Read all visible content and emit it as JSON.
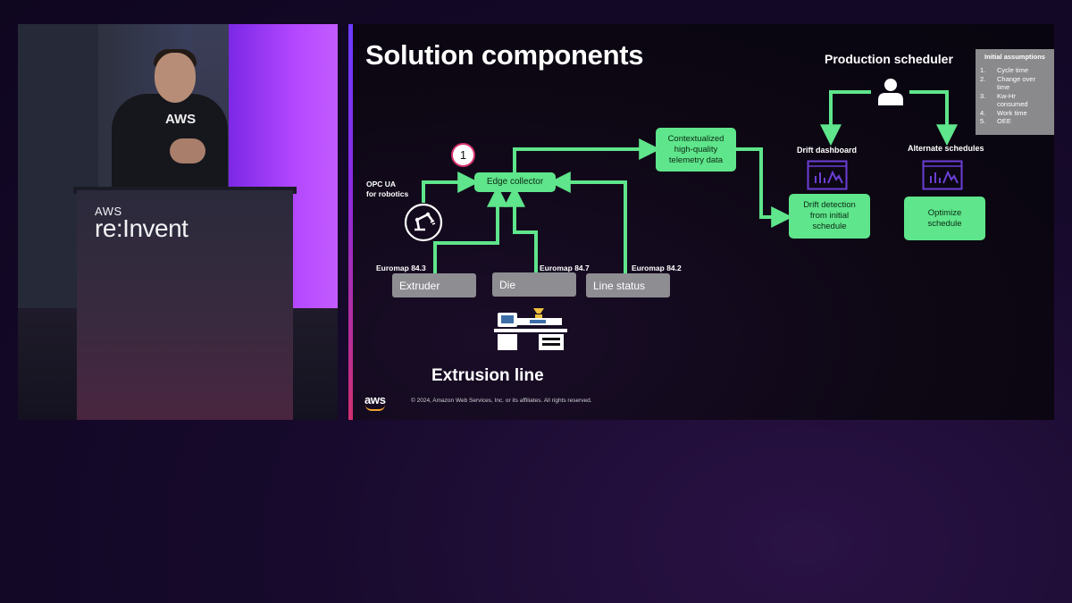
{
  "video": {
    "brand_top": "AWS",
    "brand_main": "re:Invent",
    "shirt_logo": "AWS"
  },
  "slide": {
    "title": "Solution components",
    "production_scheduler": "Production scheduler",
    "step_number": "1",
    "opc_label_1": "OPC UA",
    "opc_label_2": "for robotics",
    "edge_collector": "Edge collector",
    "contextualized_1": "Contextualized",
    "contextualized_2": "high-quality",
    "contextualized_3": "telemetry data",
    "drift_dashboard": "Drift dashboard",
    "alternate_schedules": "Alternate schedules",
    "drift_detection_1": "Drift detection",
    "drift_detection_2": "from initial",
    "drift_detection_3": "schedule",
    "optimize_1": "Optimize",
    "optimize_2": "schedule",
    "euromap_extruder": "Euromap 84.3",
    "euromap_die": "Euromap 84.7",
    "euromap_line": "Euromap 84.2",
    "extruder": "Extruder",
    "die": "Die",
    "line_status": "Line status",
    "extrusion_line": "Extrusion line",
    "aws_logo": "aws",
    "copyright": "© 2024, Amazon Web Services, Inc. or its affiliates. All rights reserved.",
    "assumptions": {
      "title": "Initial assumptions",
      "items": [
        {
          "num": "1.",
          "text_1": "Cycle time",
          "text_2": ""
        },
        {
          "num": "2.",
          "text_1": "Change over",
          "text_2": "time"
        },
        {
          "num": "3.",
          "text_1": "Kw-Hr",
          "text_2": "consumed"
        },
        {
          "num": "4.",
          "text_1": "Work time",
          "text_2": ""
        },
        {
          "num": "5.",
          "text_1": "OEE",
          "text_2": ""
        }
      ]
    }
  },
  "colors": {
    "green": "#5fe58b",
    "purple_icon": "#6b3fd6",
    "grey_box": "#8d8d92",
    "step_ring": "#d6336c"
  }
}
